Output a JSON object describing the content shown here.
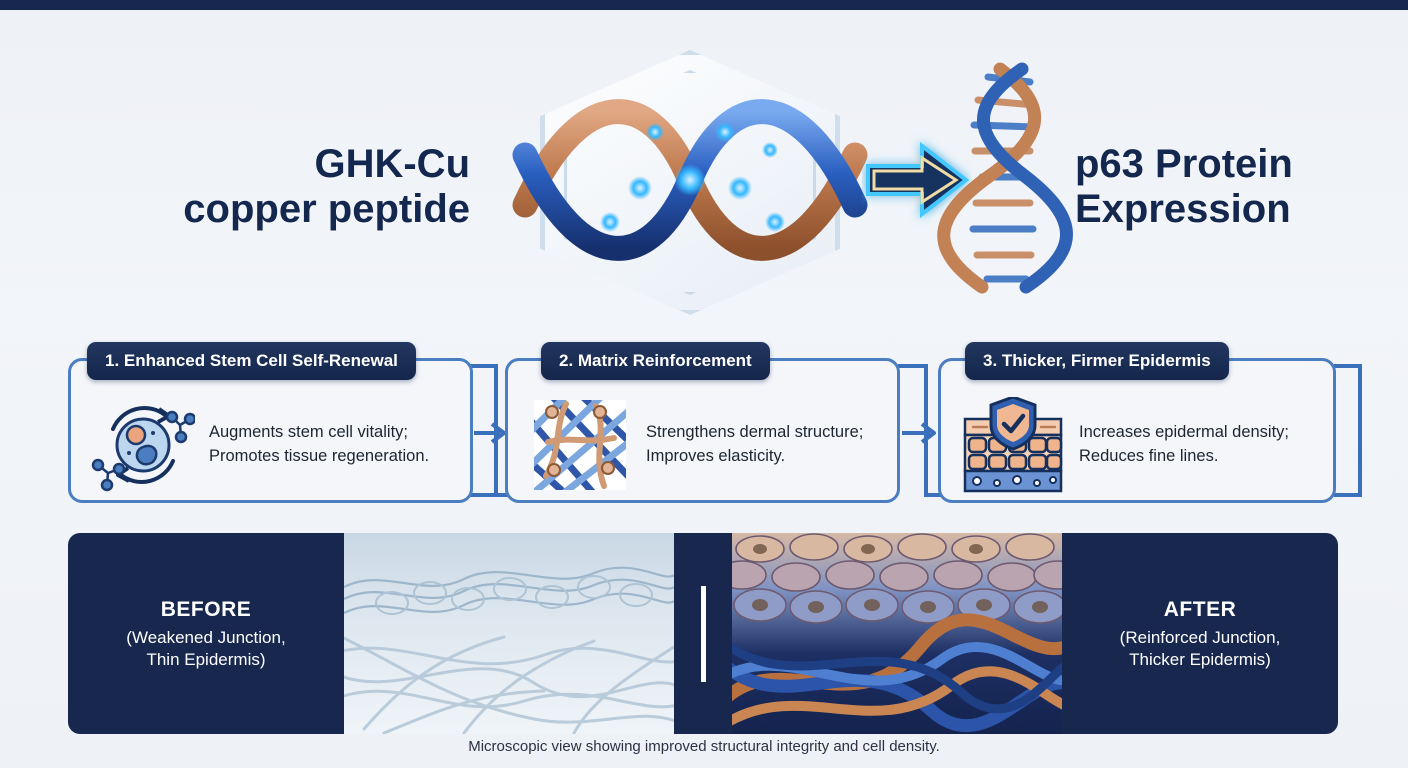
{
  "topbar": {
    "color": "#17274d"
  },
  "hero": {
    "left_title_line1": "GHK-Cu",
    "left_title_line2": "copper peptide",
    "right_title_line1": "p63 Protein",
    "right_title_line2": "Expression",
    "center_graphic": "dna-hexagon-graphic",
    "arrow_glyph": "glowing-right-arrow",
    "right_graphic": "dna-helix-graphic"
  },
  "steps": [
    {
      "header": "1. Enhanced Stem Cell Self-Renewal",
      "icon": "stem-cell-renewal-icon",
      "text_line1": "Augments stem cell vitality;",
      "text_line2": "Promotes tissue regeneration."
    },
    {
      "header": "2. Matrix Reinforcement",
      "icon": "collagen-matrix-icon",
      "text_line1": "Strengthens dermal structure;",
      "text_line2": "Improves elasticity."
    },
    {
      "header": "3. Thicker, Firmer Epidermis",
      "icon": "skin-layers-shield-icon",
      "text_line1": "Increases epidermal density;",
      "text_line2": "Reduces fine lines."
    }
  ],
  "comparison": {
    "before": {
      "title": "BEFORE",
      "sub_line1": "(Weakened Junction,",
      "sub_line2": "Thin Epidermis)",
      "image": "weak-dermis-micrograph"
    },
    "after": {
      "title": "AFTER",
      "sub_line1": "(Reinforced Junction,",
      "sub_line2": "Thicker Epidermis)",
      "image": "reinforced-dermis-micrograph"
    },
    "caption": "Microscopic view showing improved structural integrity and cell density."
  },
  "colors": {
    "navy": "#17274d",
    "card_border": "#4a7ec0",
    "copper": "#c1815a",
    "blue": "#2f62b5",
    "page_bg": "#eef1f6"
  }
}
